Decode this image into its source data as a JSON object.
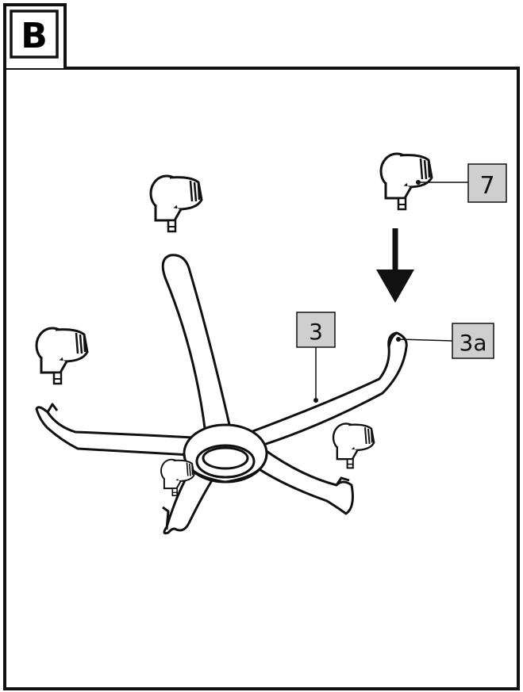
{
  "step_letter": "B",
  "callouts": {
    "caster": "7",
    "base": "3",
    "socket": "3a"
  },
  "colors": {
    "line": "#111111",
    "label_fill": "#cfcfcf",
    "background": "#ffffff"
  },
  "icons": [
    "down-arrow-icon",
    "caster-wheel-icon",
    "star-base-icon"
  ]
}
